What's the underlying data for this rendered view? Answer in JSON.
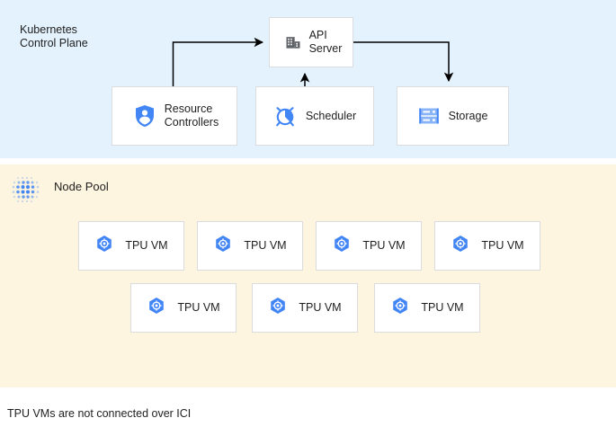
{
  "diagram": {
    "caption": "TPU VMs are not connected over ICI",
    "colors": {
      "control_plane_bg": "#e3f2fd",
      "node_pool_bg": "#fdf5e0",
      "box_bg": "#ffffff",
      "box_border": "#dadce0",
      "accent_blue": "#4285f4",
      "icon_gray": "#5f6368",
      "connector": "#000000",
      "text": "#1f1f1f"
    }
  },
  "control_plane": {
    "title": "Kubernetes\nControl Plane",
    "nodes": [
      {
        "id": "api-server",
        "label": "API\nServer",
        "icon": "office-building-icon"
      },
      {
        "id": "resource-controllers",
        "label": "Resource\nControllers",
        "icon": "shield-user-icon"
      },
      {
        "id": "scheduler",
        "label": "Scheduler",
        "icon": "alarm-clock-icon"
      },
      {
        "id": "storage",
        "label": "Storage",
        "icon": "server-rack-icon"
      }
    ],
    "connectors": [
      {
        "from": "resource-controllers",
        "to": "api-server",
        "direction": "right"
      },
      {
        "from": "scheduler",
        "to": "api-server",
        "direction": "up"
      },
      {
        "from": "api-server",
        "to": "storage",
        "direction": "down"
      }
    ]
  },
  "node_pool": {
    "title": "Node Pool",
    "icon": "dot-grid-icon",
    "rows": [
      {
        "vms": [
          {
            "label": "TPU VM",
            "icon": "tpu-hexagon-icon"
          },
          {
            "label": "TPU VM",
            "icon": "tpu-hexagon-icon"
          },
          {
            "label": "TPU VM",
            "icon": "tpu-hexagon-icon"
          },
          {
            "label": "TPU VM",
            "icon": "tpu-hexagon-icon"
          }
        ]
      },
      {
        "vms": [
          {
            "label": "TPU VM",
            "icon": "tpu-hexagon-icon"
          },
          {
            "label": "TPU VM",
            "icon": "tpu-hexagon-icon"
          },
          {
            "label": "TPU VM",
            "icon": "tpu-hexagon-icon"
          }
        ]
      }
    ]
  }
}
